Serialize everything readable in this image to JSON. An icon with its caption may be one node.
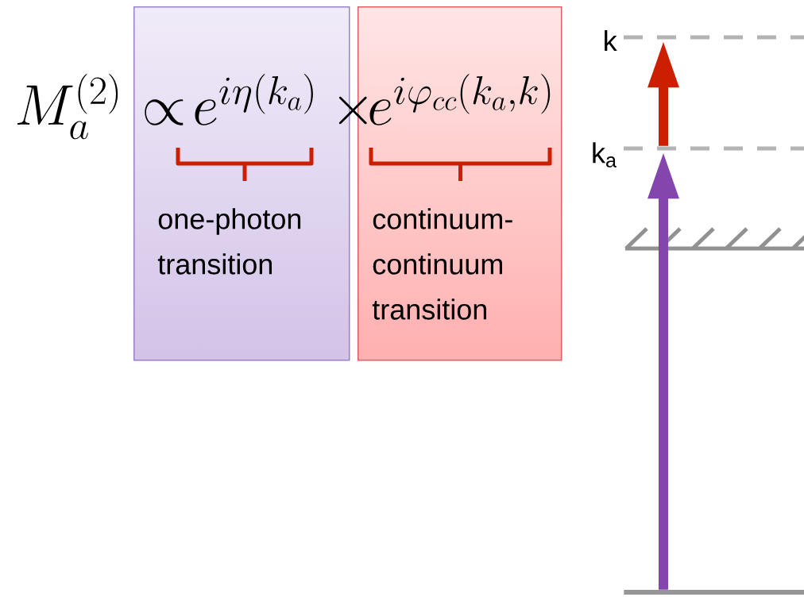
{
  "diagram": {
    "nodes": [
      {
        "text": [
          "one-photon transition"
        ]
      },
      {
        "text": [
          "continuum-continuum transition"
        ]
      },
      {
        "text": [],
        "shape": "line",
        "beside": [
          "k"
        ]
      },
      {
        "text": [],
        "shape": "line",
        "beside": [
          "k$_{a}$"
        ]
      },
      {
        "text": [],
        "shape": "bar"
      }
    ],
    "edges": [
      {
        "from": 4,
        "to": 3,
        "arrow": "to",
        "color": "#8446ac"
      },
      {
        "from": 3,
        "to": 2,
        "arrow": "to",
        "color": "#cc1f00"
      }
    ],
    "labels": [
      "M_a^{(2)}",
      "\\propto",
      "e^{i\\eta(k_a)}",
      "\\times",
      "e^{i\\varphi_{cc}(k_a,k)}"
    ]
  }
}
